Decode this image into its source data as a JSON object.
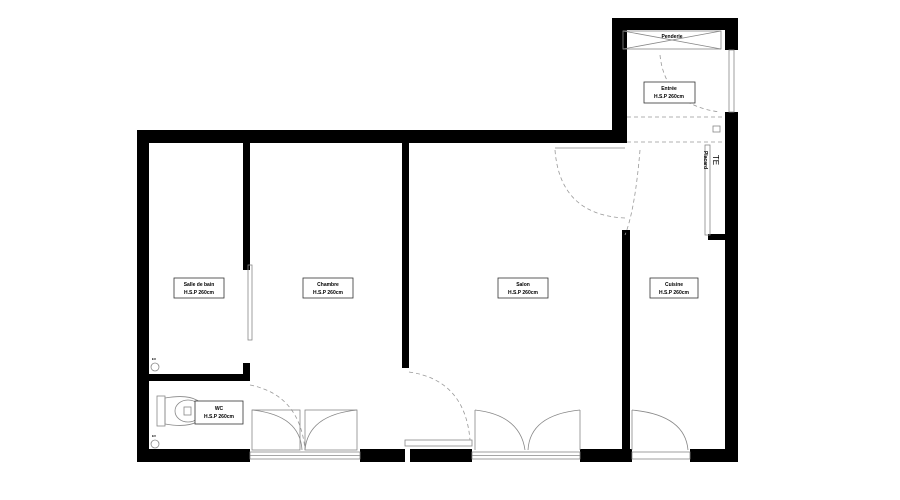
{
  "rooms": {
    "salle_de_bain": {
      "name": "Salle de bain",
      "height": "H.S.P 260cm"
    },
    "chambre": {
      "name": "Chambre",
      "height": "H.S.P 260cm"
    },
    "salon": {
      "name": "Salon",
      "height": "H.S.P 260cm"
    },
    "cuisine": {
      "name": "Cuisine",
      "height": "H.S.P 260cm"
    },
    "entree": {
      "name": "Entrée",
      "height": "H.S.P 260cm"
    },
    "wc": {
      "name": "WC",
      "height": "H.S.P 260cm"
    }
  },
  "fixtures": {
    "penderie": "Penderie",
    "placard": "Placard",
    "te": "TE",
    "meter_bath": "EU",
    "meter_wc": "EV"
  }
}
